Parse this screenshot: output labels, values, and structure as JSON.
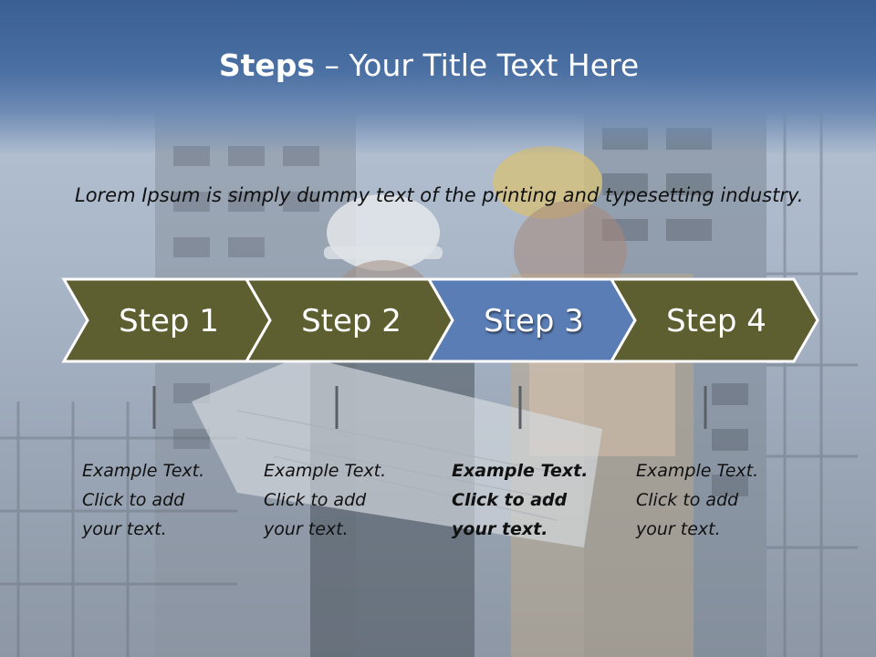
{
  "slide": {
    "title_strong": "Steps",
    "title_rest": " – Your Title Text Here",
    "intro": "Lorem Ipsum is simply dummy text of the printing and typesetting industry."
  },
  "steps": [
    {
      "label": "Step 1",
      "text": [
        "Example Text.",
        "Click  to add",
        "your text."
      ],
      "active": false
    },
    {
      "label": "Step 2",
      "text": [
        "Example Text.",
        "Click  to add",
        "your text."
      ],
      "active": false
    },
    {
      "label": "Step 3",
      "text": [
        "Example Text.",
        "Click  to add",
        "your text."
      ],
      "active": true
    },
    {
      "label": "Step 4",
      "text": [
        "Example Text.",
        "Click  to add",
        "your text."
      ],
      "active": false
    }
  ],
  "colors": {
    "header": "#3a5f92",
    "chevron_inactive": "#5e5f31",
    "chevron_active": "#5a7db5",
    "chevron_border": "#ffffff"
  },
  "background_image": "construction-workers-photo"
}
